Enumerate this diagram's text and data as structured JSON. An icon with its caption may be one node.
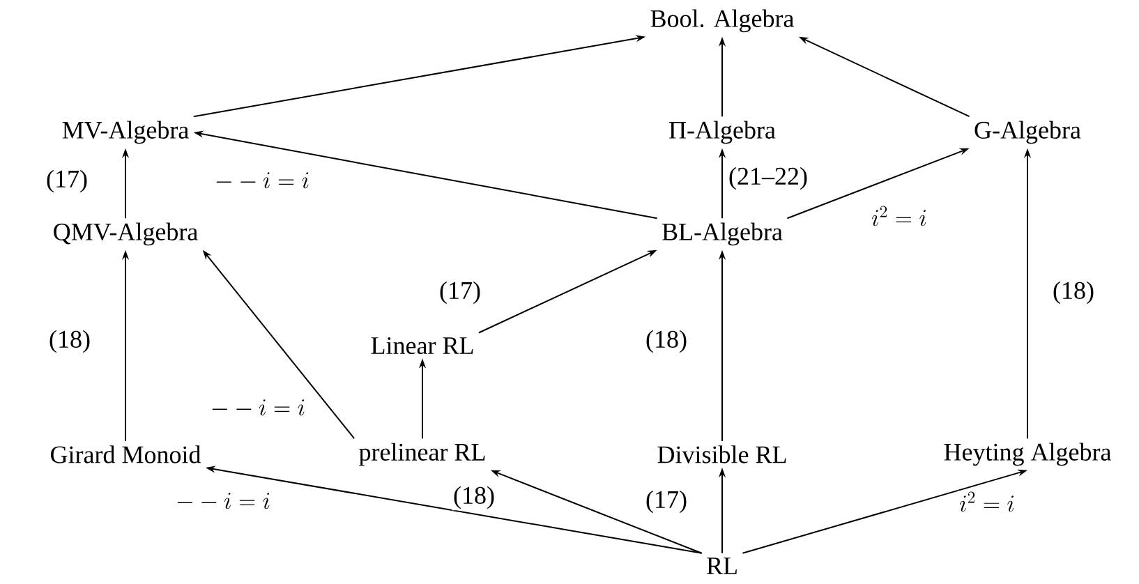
{
  "diagram": {
    "nodes": [
      {
        "text": [
          "Bool. Algebra"
        ]
      },
      {
        "text": [
          "MV-Algebra"
        ]
      },
      {
        "text": [
          "Π-Algebra"
        ]
      },
      {
        "text": [
          "G-Algebra"
        ]
      },
      {
        "text": [
          "QMV-Algebra"
        ]
      },
      {
        "text": [
          "BL-Algebra"
        ]
      },
      {
        "text": [
          "Linear RL"
        ]
      },
      {
        "text": [
          "Girard Monoid"
        ]
      },
      {
        "text": [
          "prelinear RL"
        ]
      },
      {
        "text": [
          "Divisible RL"
        ]
      },
      {
        "text": [
          "Heyting Algebra"
        ]
      },
      {
        "text": [
          "RL"
        ]
      }
    ],
    "edges": [
      {
        "from": 1,
        "to": 0,
        "arrow": "to"
      },
      {
        "from": 2,
        "to": 0,
        "arrow": "to"
      },
      {
        "from": 3,
        "to": 0,
        "arrow": "to"
      },
      {
        "from": 4,
        "to": 1,
        "arrow": "to",
        "label": "(17)"
      },
      {
        "from": 5,
        "to": 1,
        "arrow": "to",
        "label": "--i = i"
      },
      {
        "from": 5,
        "to": 2,
        "arrow": "to",
        "label": "(21–22)"
      },
      {
        "from": 5,
        "to": 3,
        "arrow": "to",
        "label": "i^2 = i"
      },
      {
        "from": 7,
        "to": 4,
        "arrow": "to",
        "label": "(18)"
      },
      {
        "from": 8,
        "to": 4,
        "arrow": "to",
        "label": "--i = i"
      },
      {
        "from": 8,
        "to": 6,
        "arrow": "to"
      },
      {
        "from": 6,
        "to": 5,
        "arrow": "to",
        "label": "(17)"
      },
      {
        "from": 9,
        "to": 5,
        "arrow": "to",
        "label": "(18)"
      },
      {
        "from": 10,
        "to": 3,
        "arrow": "to",
        "label": "(18)"
      },
      {
        "from": 11,
        "to": 7,
        "arrow": "to",
        "label": "--i = i"
      },
      {
        "from": 11,
        "to": 8,
        "arrow": "to",
        "label": "(18)"
      },
      {
        "from": 11,
        "to": 9,
        "arrow": "to",
        "label": "(17)"
      },
      {
        "from": 11,
        "to": 10,
        "arrow": "to",
        "label": "i^2 = i"
      }
    ]
  }
}
